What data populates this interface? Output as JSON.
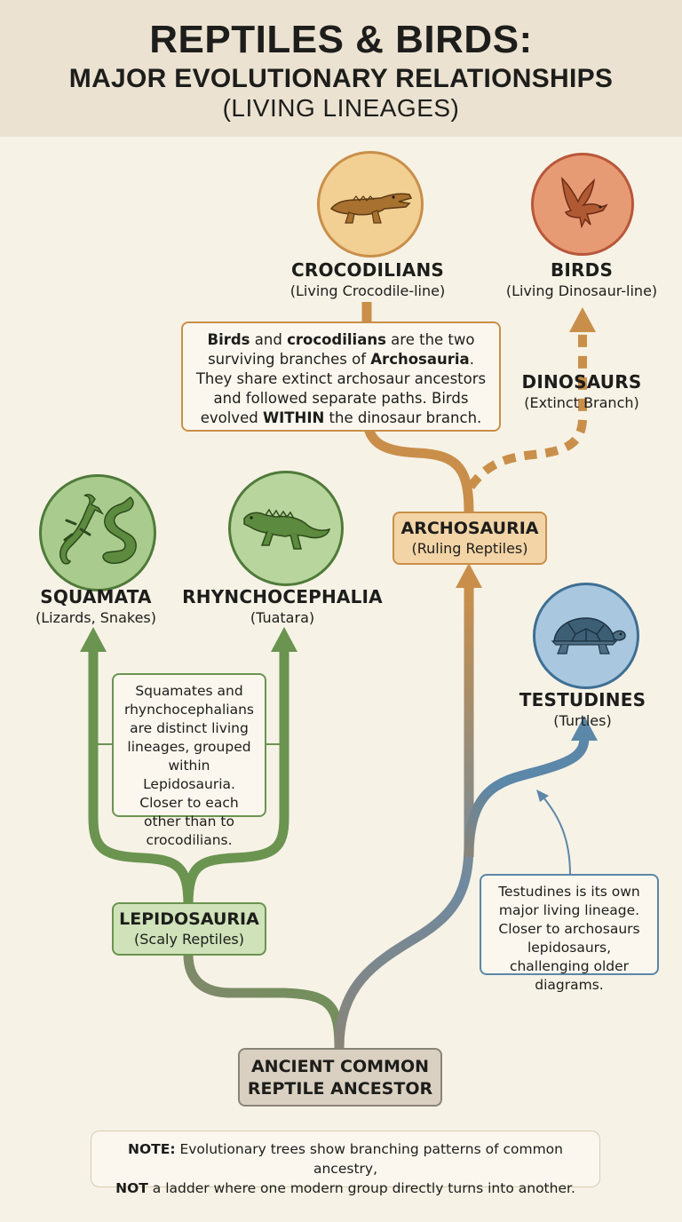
{
  "title": {
    "line1": "REPTILES & BIRDS:",
    "line2": "MAJOR EVOLUTIONARY RELATIONSHIPS",
    "line3": "(LIVING LINEAGES)"
  },
  "colors": {
    "archosaur": "#c98f4a",
    "lepidosaur": "#6a9450",
    "turtle": "#5b87a8",
    "ancestor": "#8a8478",
    "bird_dinosaur": "#c98f4a"
  },
  "groups": {
    "crocodilians": {
      "name": "CROCODILIANS",
      "sub": "(Living Crocodile-line)",
      "icon": "crocodile-icon"
    },
    "birds": {
      "name": "BIRDS",
      "sub": "(Living Dinosaur-line)",
      "icon": "bird-icon"
    },
    "dinosaurs": {
      "name": "DINOSAURS",
      "sub": "(Extinct Branch)"
    },
    "archosauria": {
      "name": "ARCHOSAURIA",
      "sub": "(Ruling Reptiles)"
    },
    "squamata": {
      "name": "SQUAMATA",
      "sub": "(Lizards, Snakes)",
      "icon": "lizard-snake-icon"
    },
    "rhynchocephalia": {
      "name": "RHYNCHOCEPHALIA",
      "sub": "(Tuatara)",
      "icon": "tuatara-icon"
    },
    "testudines": {
      "name": "TESTUDINES",
      "sub": "(Turtles)",
      "icon": "turtle-icon"
    },
    "lepidosauria": {
      "name": "LEPIDOSAURIA",
      "sub": "(Scaly Reptiles)"
    },
    "ancestor": {
      "line1": "ANCIENT COMMON",
      "line2": "REPTILE ANCESTOR"
    }
  },
  "notes": {
    "archosaur": {
      "p1": "Birds",
      "p2": " and ",
      "p3": "crocodilians",
      "p4": " are the two surviving branches of ",
      "p5": "Archosauria",
      "p6": ". They share extinct archosaur ancestors and followed separate paths. Birds evolved ",
      "p7": "WITHIN",
      "p8": " the dinosaur branch."
    },
    "lepidosaur": "Squamates and rhynchocephalians are distinct living lineages, grouped within Lepidosauria. Closer to each other than to crocodilians.",
    "turtle": "Testudines is its own major living lineage. Closer to archosaurs lepidosaurs, challenging older diagrams.",
    "footer": {
      "bold1": "NOTE:",
      "text1": " Evolutionary trees show branching patterns of common ancestry,",
      "bold2": "NOT",
      "text2": " a ladder where one modern group directly turns into another."
    }
  }
}
